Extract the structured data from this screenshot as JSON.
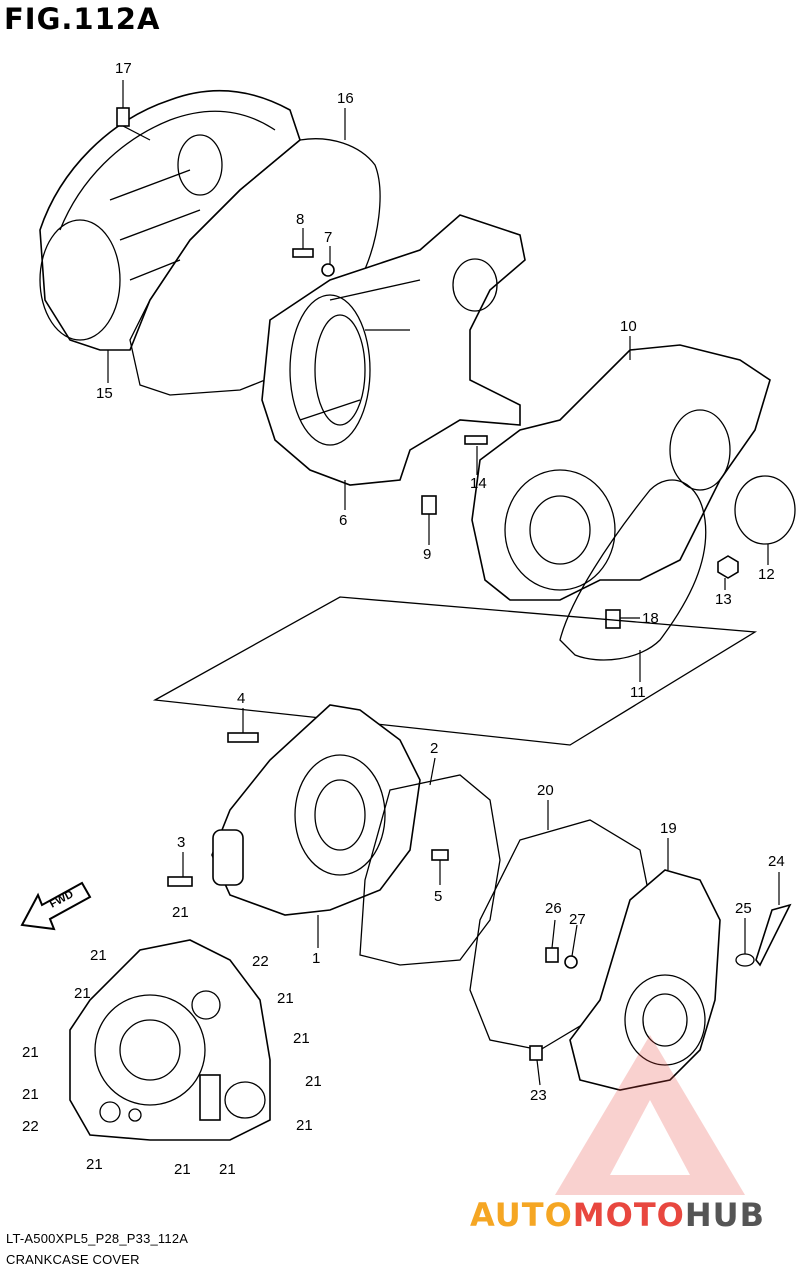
{
  "header": {
    "title": "FIG.112A"
  },
  "footer": {
    "code": "LT-A500XPL5_P28_P33_112A",
    "name": "CRANKCASE COVER"
  },
  "fwd_label": "FWD",
  "watermark": {
    "text_a": "AUTO",
    "text_b": "MOTO",
    "text_c": "HUB",
    "color_a": "#f5a623",
    "color_b": "#e8473f",
    "color_c": "#555555"
  },
  "parts": {
    "p1": "1",
    "p2": "2",
    "p3": "3",
    "p4": "4",
    "p5": "5",
    "p6": "6",
    "p7": "7",
    "p8": "8",
    "p9": "9",
    "p10": "10",
    "p11": "11",
    "p12": "12",
    "p13": "13",
    "p14": "14",
    "p15": "15",
    "p16": "16",
    "p17": "17",
    "p18": "18",
    "p19": "19",
    "p20": "20",
    "p21": "21",
    "p22": "22",
    "p23": "23",
    "p24": "24",
    "p25": "25",
    "p26": "26",
    "p27": "27"
  }
}
